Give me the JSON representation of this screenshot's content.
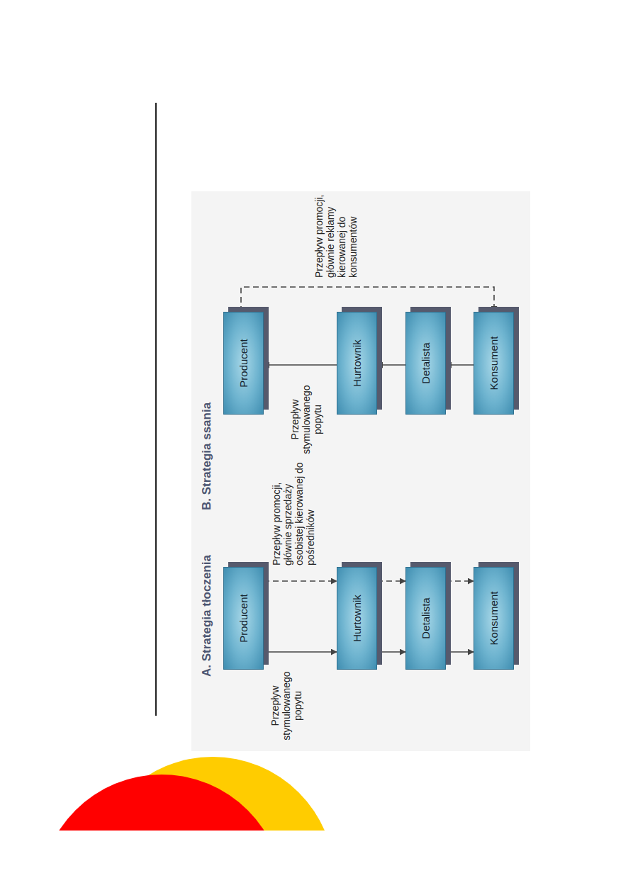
{
  "diagram": {
    "nodes": [
      {
        "text": [
          "Producent"
        ]
      },
      {
        "text": [
          "Hurtownik"
        ]
      },
      {
        "text": [
          "Detalista"
        ]
      },
      {
        "text": [
          "Konsument"
        ]
      },
      {
        "text": [
          "Producent"
        ]
      },
      {
        "text": [
          "Hurtownik"
        ]
      },
      {
        "text": [
          "Detalista"
        ]
      },
      {
        "text": [
          "Konsument"
        ]
      }
    ],
    "edges": [
      {
        "from": 0,
        "to": 1,
        "arrow": "to",
        "label": "Przepływ stymulowanego popytu"
      },
      {
        "from": 0,
        "to": 1,
        "arrow": "to",
        "label": "Przepływ promocji, głównie sprzedaży osobistej kierowanej do pośredników"
      },
      {
        "from": 1,
        "to": 2,
        "arrow": "to"
      },
      {
        "from": 1,
        "to": 2,
        "arrow": "to"
      },
      {
        "from": 2,
        "to": 3,
        "arrow": "to"
      },
      {
        "from": 2,
        "to": 3,
        "arrow": "to"
      },
      {
        "from": 7,
        "to": 6,
        "arrow": "to"
      },
      {
        "from": 6,
        "to": 5,
        "arrow": "to"
      },
      {
        "from": 5,
        "to": 4,
        "arrow": "to",
        "label": "Przepływ stymulowanego popytu"
      },
      {
        "from": 4,
        "to": 7,
        "arrow": "to",
        "label": "Przepływ promocji, głównie reklamy kierowanej do konsumentów"
      }
    ],
    "labels": [
      "A. Strategia tłoczenia",
      "B. Strategia ssania"
    ]
  }
}
